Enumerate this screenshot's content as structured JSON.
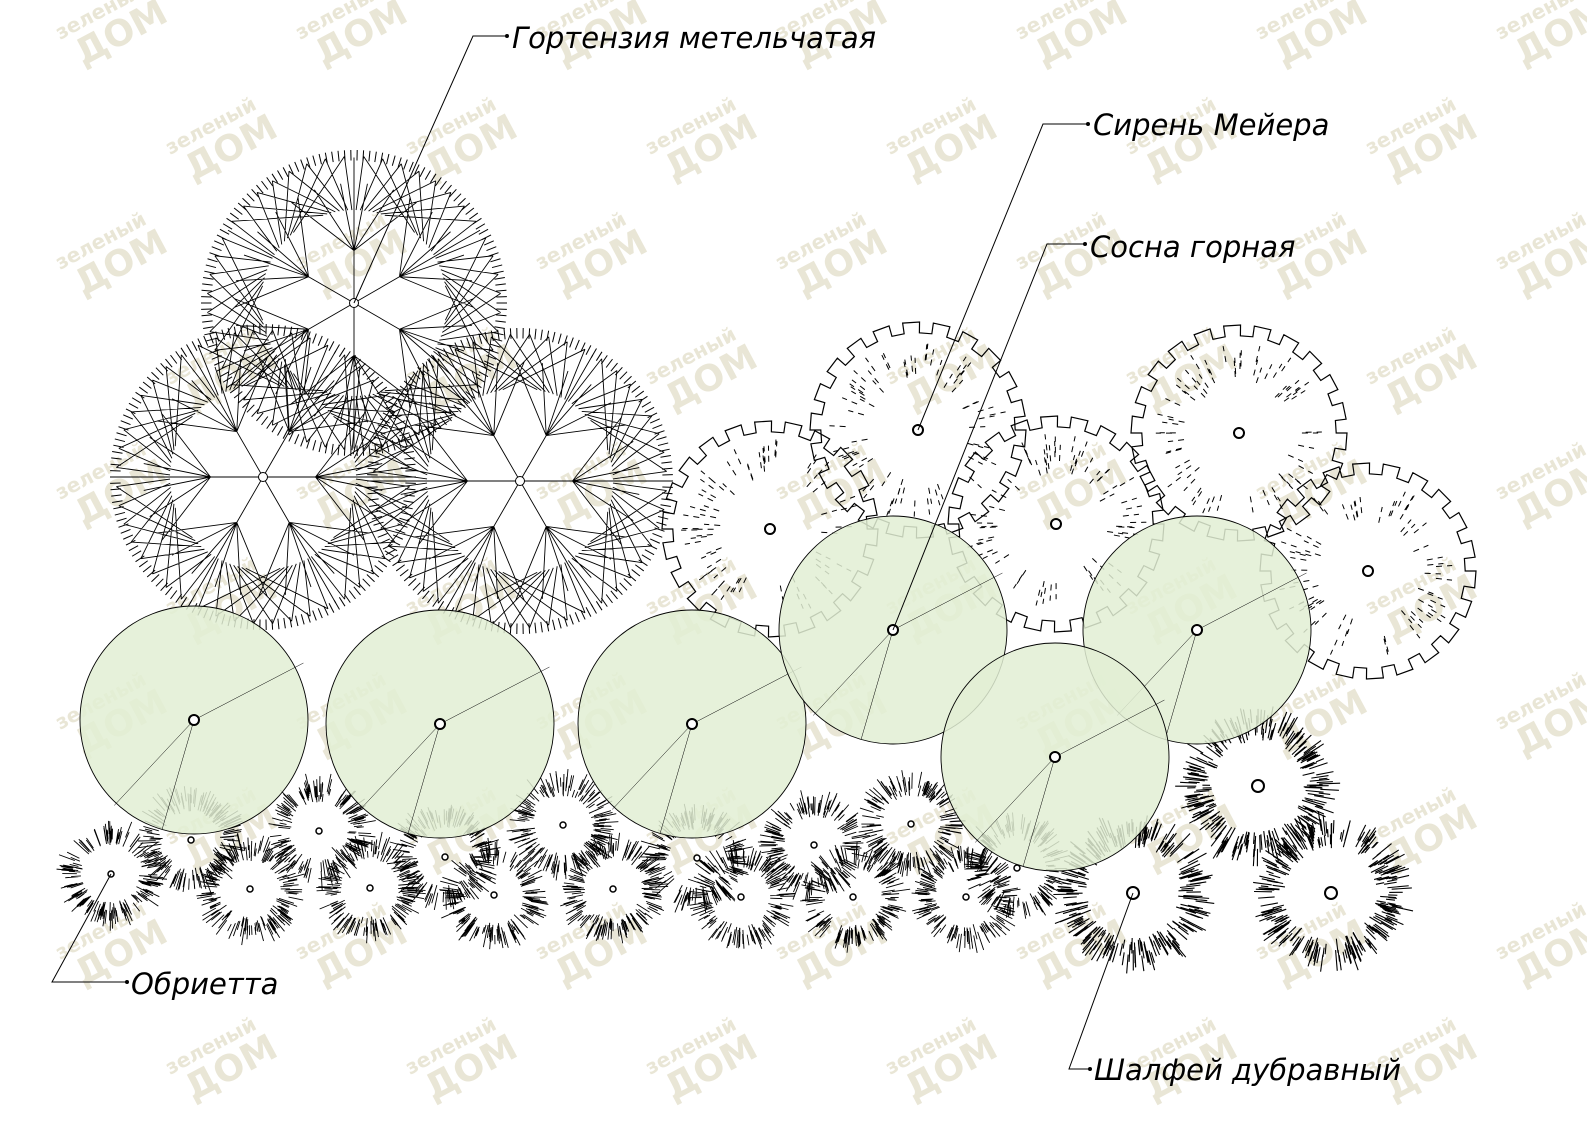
{
  "watermark": {
    "line1": "зеленый",
    "line2": "ДОМ",
    "color": "#e9e6d6"
  },
  "colors": {
    "pine_fill": "#e2efd3",
    "line": "#000000"
  },
  "labels": {
    "hydrangea": "Гортензия метельчатая",
    "lilac": "Сирень Мейера",
    "pine": "Сосна горная",
    "aubrieta": "Обриетта",
    "sage": "Шалфей дубравный"
  }
}
